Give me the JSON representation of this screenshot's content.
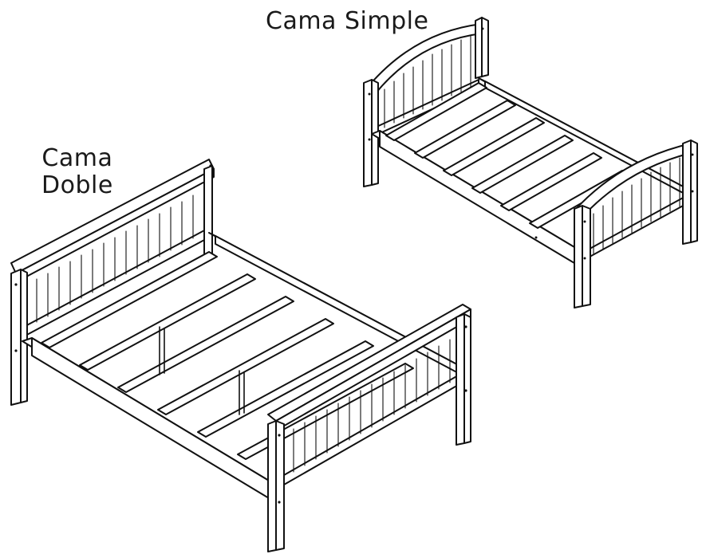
{
  "labels": {
    "single": "Cama Simple",
    "double_line1": "Cama",
    "double_line2": "Doble"
  },
  "colors": {
    "line": "#111111",
    "background": "#ffffff"
  }
}
